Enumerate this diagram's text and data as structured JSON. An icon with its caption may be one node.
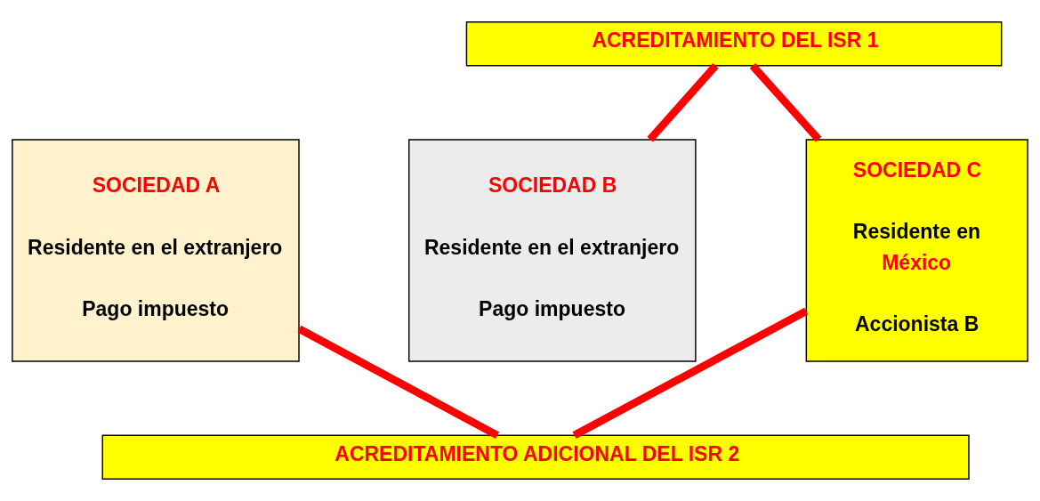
{
  "diagram": {
    "nodes": [
      {
        "text": [
          "ACREDITAMIENTO DEL ISR 1"
        ]
      },
      {
        "text": [
          "SOCIEDAD A",
          "Residente en el extranjero",
          "Pago impuesto"
        ]
      },
      {
        "text": [
          "SOCIEDAD B",
          "Residente en el extranjero",
          "Pago impuesto"
        ]
      },
      {
        "text": [
          "SOCIEDAD C",
          "Residente en",
          "México",
          "Accionista B"
        ]
      },
      {
        "text": [
          "ACREDITAMIENTO ADICIONAL DEL ISR 2"
        ]
      }
    ],
    "edges": [
      {
        "from": 0,
        "to": 2,
        "arrow": "none"
      },
      {
        "from": 0,
        "to": 3,
        "arrow": "none"
      },
      {
        "from": 1,
        "to": 4,
        "arrow": "none"
      },
      {
        "from": 3,
        "to": 4,
        "arrow": "none"
      }
    ]
  }
}
